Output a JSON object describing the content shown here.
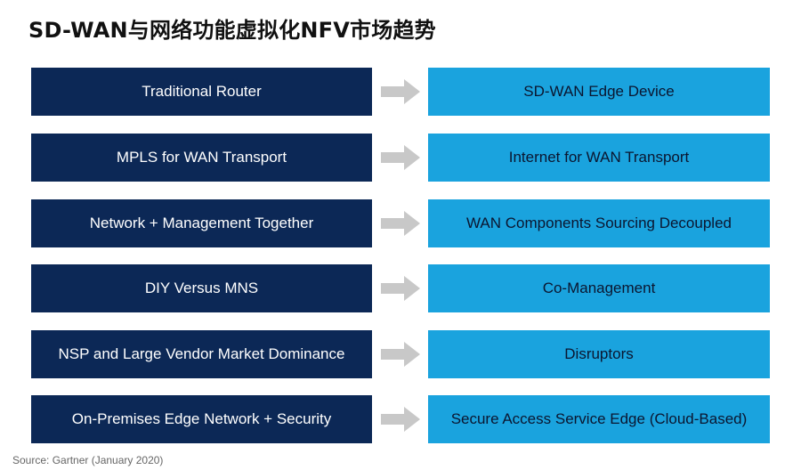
{
  "title": "SD-WAN与网络功能虚拟化NFV市场趋势",
  "rows": [
    {
      "from": "Traditional Router",
      "to": "SD-WAN Edge Device"
    },
    {
      "from": "MPLS for WAN Transport",
      "to": "Internet for WAN Transport"
    },
    {
      "from": "Network + Management Together",
      "to": "WAN Components Sourcing Decoupled"
    },
    {
      "from": "DIY Versus MNS",
      "to": "Co-Management"
    },
    {
      "from": "NSP and Large Vendor Market Dominance",
      "to": "Disruptors"
    },
    {
      "from": "On-Premises Edge Network + Security",
      "to": "Secure Access Service Edge (Cloud-Based)"
    }
  ],
  "source": "Source: Gartner (January 2020)",
  "colors": {
    "left_box": "#0c2856",
    "right_box": "#1aa3de",
    "arrow": "#c8c8c8"
  },
  "icons": {
    "transition": "right-arrow-icon"
  }
}
